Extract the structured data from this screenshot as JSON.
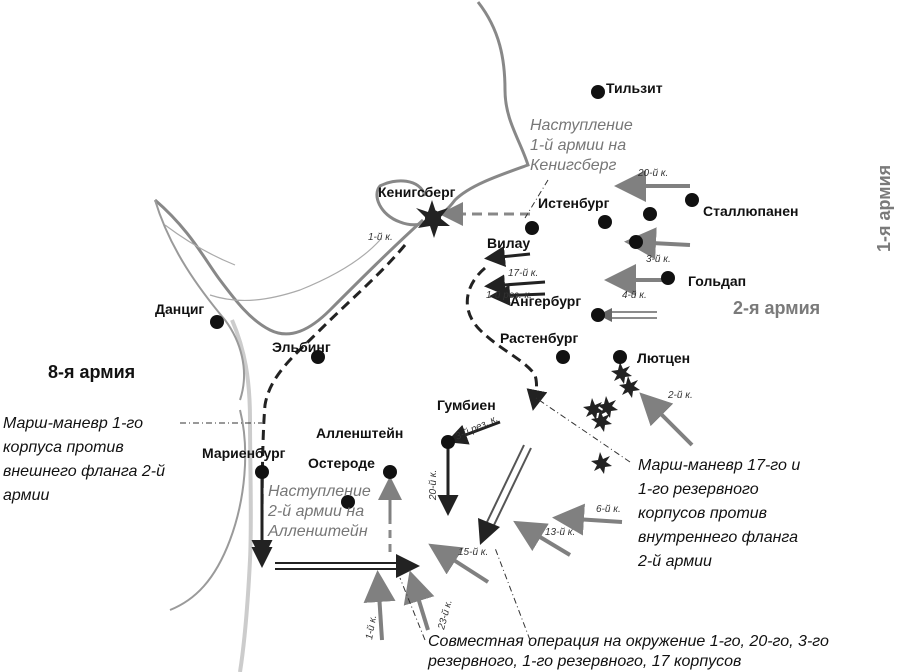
{
  "colors": {
    "coast": "#888888",
    "border_gray": "#9a9a9a",
    "river": "#c8c8c8",
    "german_route": "#222222",
    "russian_arrow": "#808080",
    "army2_text": "#7a7a7a",
    "text_dark": "#111111",
    "annotation_gray": "#777777"
  },
  "armies": {
    "army1": "1-я армия",
    "army2": "2-я армия",
    "army8": "8-я армия"
  },
  "cities": {
    "tilsit": "Тильзит",
    "koenigsberg": "Кенигсберг",
    "insterburg": "Истенбург",
    "stallupoenen": "Сталлюпанен",
    "wehlau": "Вилау",
    "goldap": "Гольдап",
    "angerburg": "Ангербург",
    "rastenburg": "Растенбург",
    "luetzen": "Лютцен",
    "danzig": "Данциг",
    "elbing": "Эльбинг",
    "gumbinnen": "Гумбиен",
    "allenstein": "Алленштейн",
    "marienburg": "Мариенбург",
    "osterode": "Остероде"
  },
  "corps_labels": {
    "c20_top": "20-й к.",
    "c3_top": "3-й к.",
    "c4": "4-й к.",
    "c1_koen": "1-й к.",
    "c17": "17-й к.",
    "c1rez": "1-й рез. к.",
    "c2": "2-й к.",
    "c3rez": "3-й рез. к.",
    "c20_left": "20-й к.",
    "c6": "6-й к.",
    "c13": "13-й к.",
    "c15": "15-й к.",
    "c1_bottom": "1-й к.",
    "c23": "23-й к."
  },
  "annotations": {
    "advance1": [
      "Наступление",
      "1-й армии на",
      "Кенигсберг"
    ],
    "advance2": [
      "Наступление",
      "2-й армии на",
      "Алленштейн"
    ],
    "march1": [
      "Марш-маневр 1-го",
      "корпуса против",
      "внешнего фланга 2-й",
      "армии"
    ],
    "march17": [
      "Марш-маневр 17-го и",
      "1-го резервного",
      "корпусов против",
      "внутреннего фланга",
      "2-й армии"
    ],
    "joint": [
      "Совместная операция на окружение 1-го, 20-го, 3-го",
      "резервного, 1-го резервного, 17 корпусов"
    ]
  }
}
